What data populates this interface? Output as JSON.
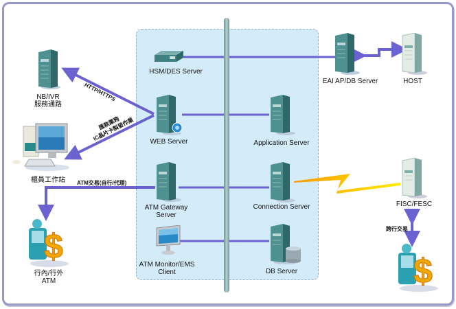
{
  "diagram": {
    "colors": {
      "frame": "#9898c8",
      "zone": "#d4ecfa",
      "link": "#6a62d0",
      "bus": "#8fb0b0",
      "lightning": "#ffcc00",
      "server": "#3f8080"
    },
    "nodes": {
      "nb_ivr": {
        "line1": "NB/IVR",
        "line2": "服務通路",
        "icon": "server-tower-icon"
      },
      "teller": {
        "label": "櫃員工作站",
        "icon": "desktop-workstation-icon"
      },
      "atm_branch": {
        "line1": "行內/行外",
        "line2": "ATM",
        "icon": "atm-money-icon"
      },
      "hsm": {
        "label": "HSM/DES Server",
        "icon": "rack-appliance-icon"
      },
      "web": {
        "label": "WEB Server",
        "icon": "web-server-icon"
      },
      "atm_gateway": {
        "line1": "ATM Gateway",
        "line2": "Server",
        "icon": "server-tower-icon"
      },
      "atm_monitor": {
        "line1": "ATM Monitor/EMS",
        "line2": "Client",
        "icon": "monitor-icon"
      },
      "app_server": {
        "label": "Application Server",
        "icon": "server-tower-icon"
      },
      "conn_server": {
        "label": "Connection Server",
        "icon": "server-tower-icon"
      },
      "db_server": {
        "label": "DB Server",
        "icon": "database-server-icon"
      },
      "eai": {
        "label": "EAI AP/DB Server",
        "icon": "server-tower-icon"
      },
      "host": {
        "label": "HOST",
        "icon": "server-tower-icon"
      },
      "fisc": {
        "label": "FISC/FESC",
        "icon": "server-tower-icon"
      },
      "interbank_atm": {
        "icon": "atm-money-icon"
      }
    },
    "links": {
      "http": "HTTP/HTTPS",
      "teller_line1": "匯款業務",
      "teller_line2": "IC晶片卡製發作業",
      "atm_txn": "ATM交易(自行/代理)",
      "interbank": "跨行交易"
    }
  }
}
